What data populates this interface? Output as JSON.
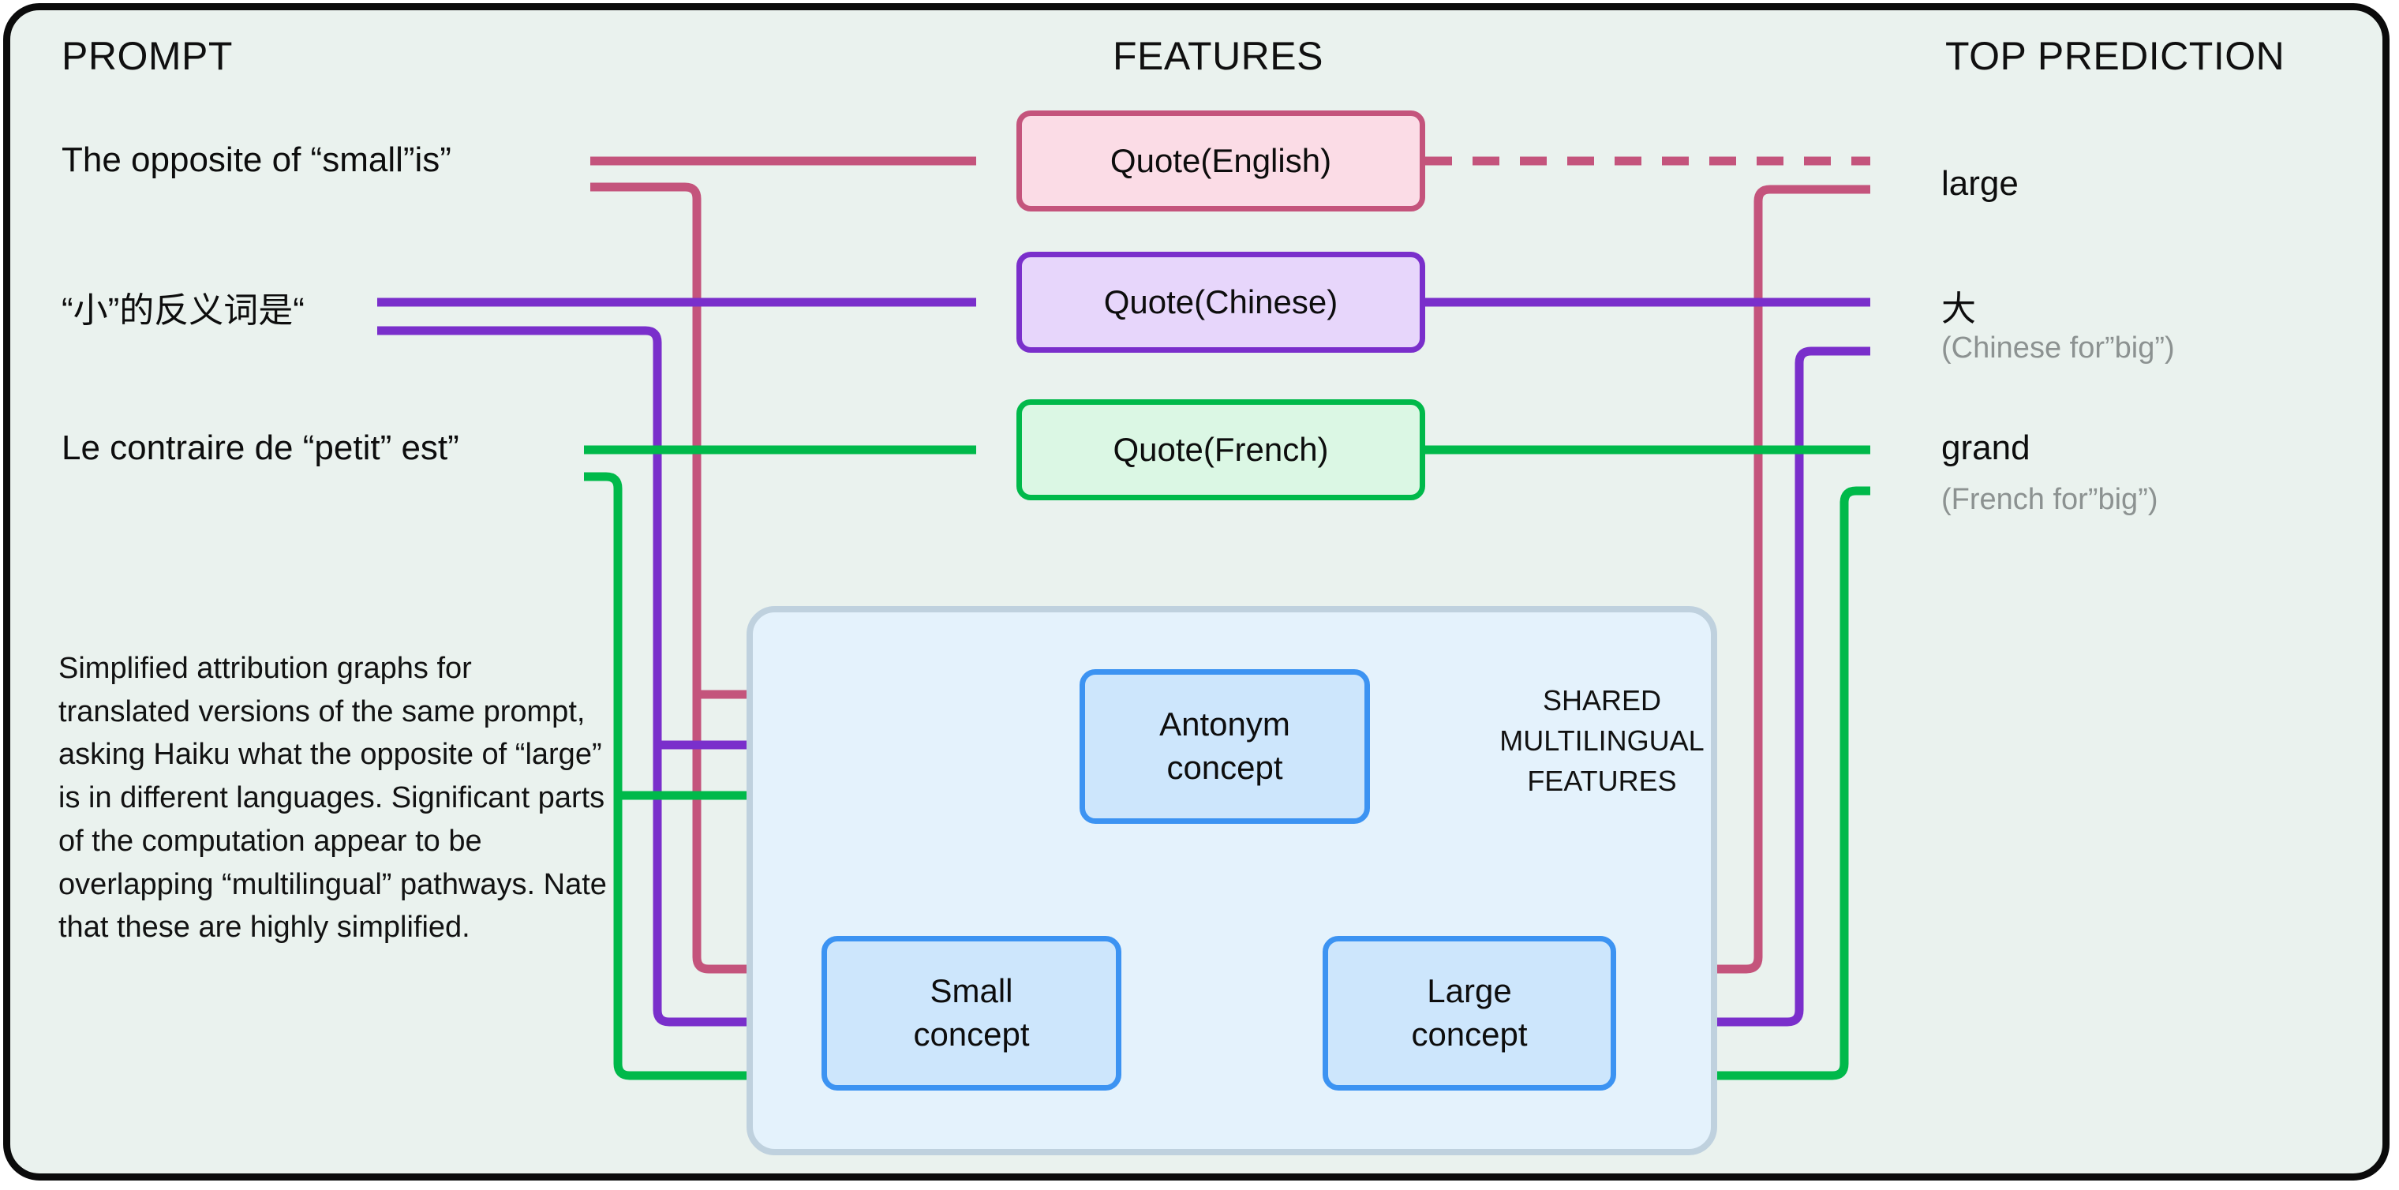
{
  "columns": {
    "prompt": "PROMPT",
    "features": "FEATURES",
    "prediction": "TOP PREDICTION"
  },
  "prompts": [
    {
      "id": "english",
      "text": "The opposite of “small”is”",
      "color": "#C4547C"
    },
    {
      "id": "chinese",
      "text": "“小”的反义词是“",
      "color": "#7A2FCB"
    },
    {
      "id": "french",
      "text": "Le contraire de “petit” est”",
      "color": "#00B94A"
    }
  ],
  "features": [
    {
      "id": "quote-english",
      "label": "Quote(English)",
      "fill": "#FBDCE6",
      "border": "#C4547C"
    },
    {
      "id": "quote-chinese",
      "label": "Quote(Chinese)",
      "fill": "#E7D6FB",
      "border": "#7A2FCB"
    },
    {
      "id": "quote-french",
      "label": "Quote(French)",
      "fill": "#DBF7E4",
      "border": "#00B94A"
    }
  ],
  "shared": {
    "label": "SHARED\nMULTILINGUAL\nFEATURES",
    "fill": "#E4F2FC",
    "border": "#BFD1DE",
    "concepts": [
      {
        "id": "antonym-concept",
        "label": "Antonym\nconcept"
      },
      {
        "id": "small-concept",
        "label": "Small\nconcept"
      },
      {
        "id": "large-concept",
        "label": "Large\nconcept"
      }
    ],
    "concept_fill": "#CDE6FC",
    "concept_border": "#3C93F2"
  },
  "predictions": [
    {
      "id": "large",
      "main": "large",
      "sub": ""
    },
    {
      "id": "da",
      "main": "大",
      "sub": "(Chinese for”big”)"
    },
    {
      "id": "grand",
      "main": "grand",
      "sub": "(French for”big”)"
    }
  ],
  "caption": "Simplified attribution graphs for translated versions of the same prompt, asking Haiku what the opposite of “large” is in different languages. Significant parts of the computation appear to be overlapping “multilingual” pathways. Nate that these are highly simplified.",
  "palette": {
    "page_background": "#EAF2EE",
    "frame_border": "#0b0b0b",
    "english_accent": "#C4547C",
    "chinese_accent": "#7A2FCB",
    "french_accent": "#00B94A",
    "concept_accent": "#3C93F2",
    "muted_text": "#8c9291"
  }
}
